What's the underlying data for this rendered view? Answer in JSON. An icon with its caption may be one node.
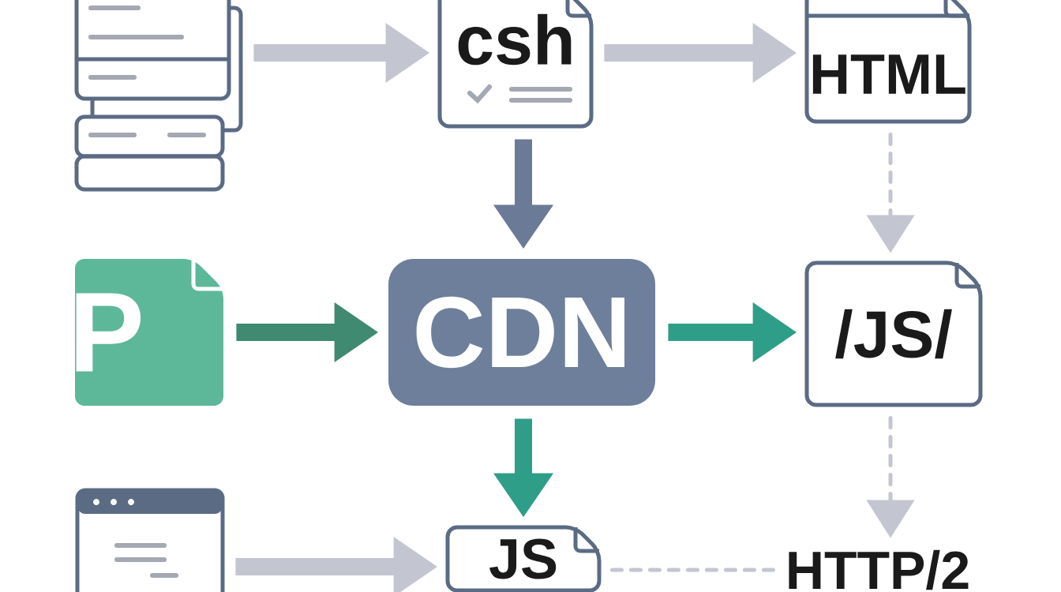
{
  "diagram": {
    "nodes": [
      {
        "text": [],
        "shape": "picture"
      },
      {
        "text": [
          "csh"
        ]
      },
      {
        "text": [
          "HTML"
        ]
      },
      {
        "text": [
          "P"
        ]
      },
      {
        "text": [
          "CDN"
        ]
      },
      {
        "text": [
          "/JS/"
        ]
      },
      {
        "text": [],
        "shape": "picture"
      },
      {
        "text": [
          "JS"
        ]
      },
      {
        "text": [
          "HTTP/2"
        ]
      }
    ],
    "edges": [
      {
        "from": 0,
        "to": 1,
        "arrow": "to"
      },
      {
        "from": 1,
        "to": 2,
        "arrow": "to"
      },
      {
        "from": 1,
        "to": 4,
        "arrow": "to",
        "color": "#6b7a96"
      },
      {
        "from": 2,
        "to": 5,
        "arrow": "to",
        "style": "dashed"
      },
      {
        "from": 3,
        "to": 4,
        "arrow": "to",
        "color": "#3f8a70"
      },
      {
        "from": 4,
        "to": 5,
        "arrow": "to",
        "color": "#2f9e88"
      },
      {
        "from": 4,
        "to": 7,
        "arrow": "to",
        "color": "#2f9e88"
      },
      {
        "from": 5,
        "to": 8,
        "arrow": "to",
        "style": "dashed"
      },
      {
        "from": 6,
        "to": 7,
        "arrow": "to"
      },
      {
        "from": 7,
        "to": 8,
        "arrow": "none",
        "style": "dashed"
      }
    ]
  }
}
